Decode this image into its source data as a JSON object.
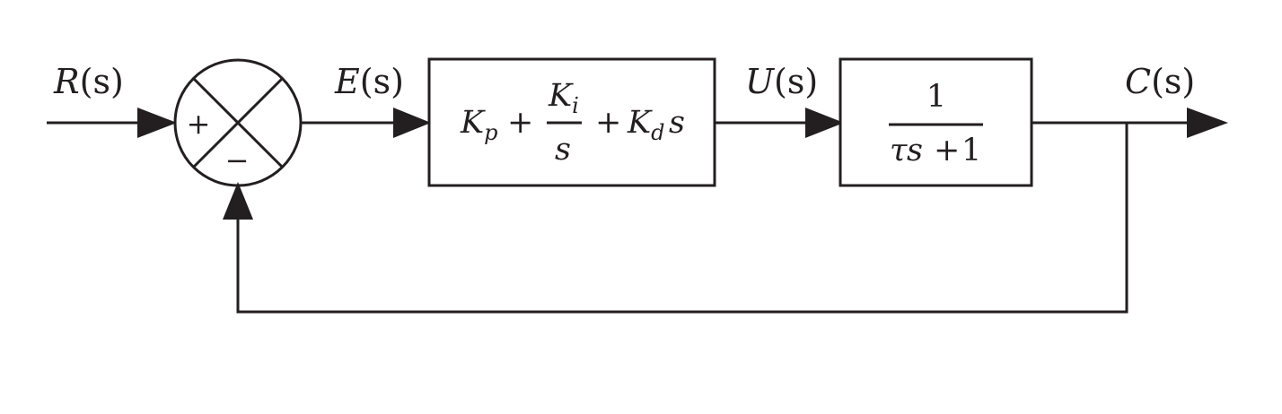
{
  "colors": {
    "stroke": "#231f20",
    "background": "#ffffff"
  },
  "signals": {
    "input": {
      "var": "R",
      "arg": "(s)"
    },
    "error": {
      "var": "E",
      "arg": "(s)"
    },
    "control": {
      "var": "U",
      "arg": "(s)"
    },
    "output": {
      "var": "C",
      "arg": "(s)"
    }
  },
  "summing_junction": {
    "plus": "+",
    "minus": "−"
  },
  "controller": {
    "kp_base": "K",
    "kp_sub": "p",
    "plus1": "+",
    "ki_base": "K",
    "ki_sub": "i",
    "ki_den": "s",
    "plus2": "+",
    "kd_base": "K",
    "kd_sub": "d",
    "kd_var": "s"
  },
  "plant": {
    "numerator": "1",
    "den_tau": "τ",
    "den_s": "s",
    "den_plus": "+",
    "den_one": "1"
  }
}
